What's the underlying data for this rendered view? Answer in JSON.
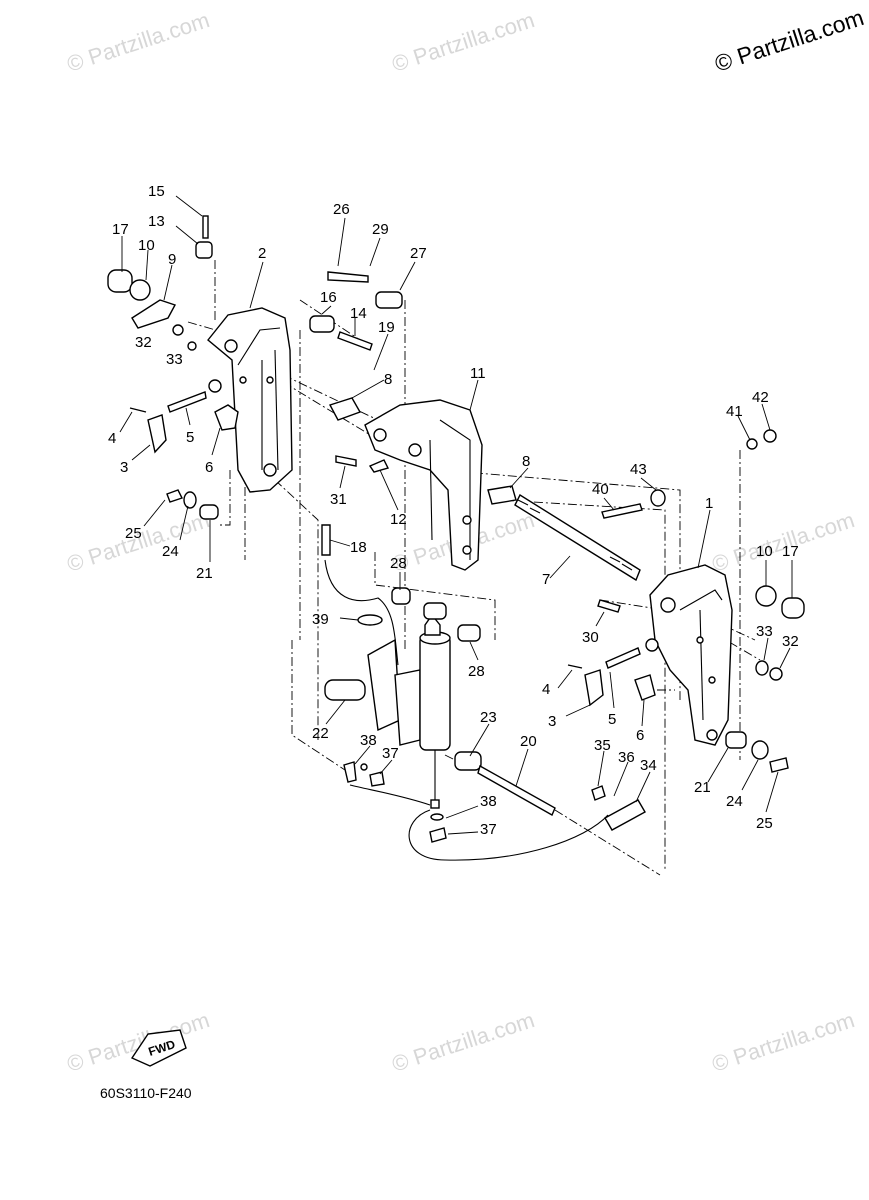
{
  "watermark": {
    "corner_text": "© Partzilla.com",
    "faint_text": "© Partzilla.com"
  },
  "diagram_code": "60S3110-F240",
  "fwd_label": "FWD",
  "callouts": {
    "c15": "15",
    "c13": "13",
    "c17a": "17",
    "c10a": "10",
    "c9": "9",
    "c2": "2",
    "c26": "26",
    "c29": "29",
    "c27": "27",
    "c16": "16",
    "c14": "14",
    "c19": "19",
    "c32a": "32",
    "c33a": "33",
    "c8a": "8",
    "c11": "11",
    "c4a": "4",
    "c5a": "5",
    "c3a": "3",
    "c6a": "6",
    "c31": "31",
    "c12": "12",
    "c8b": "8",
    "c42": "42",
    "c41": "41",
    "c43": "43",
    "c40": "40",
    "c1": "1",
    "c25a": "25",
    "c24a": "24",
    "c21a": "21",
    "c18": "18",
    "c28a": "28",
    "c7": "7",
    "c10b": "10",
    "c17b": "17",
    "c30": "30",
    "c39": "39",
    "c28b": "28",
    "c33b": "33",
    "c32b": "32",
    "c4b": "4",
    "c3b": "3",
    "c5b": "5",
    "c6b": "6",
    "c22": "22",
    "c23": "23",
    "c20": "20",
    "c38a": "38",
    "c37a": "37",
    "c35": "35",
    "c36": "36",
    "c34": "34",
    "c21b": "21",
    "c24b": "24",
    "c25b": "25",
    "c38b": "38",
    "c37b": "37"
  }
}
